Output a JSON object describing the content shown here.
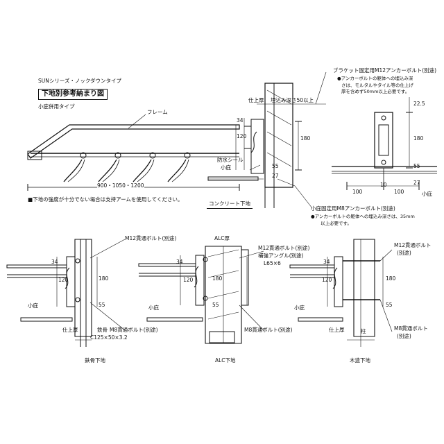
{
  "header": {
    "series": "SUNシリーズ・ノックダウンタイプ",
    "title": "下地別参考納まり図",
    "subtitle": "小庇併用タイプ"
  },
  "top": {
    "frame_label": "フレーム",
    "bracket_note_1": "ブラケット固定用M12アンカーボルト(別途)",
    "bracket_note_2a": "●アンカーボルトの躯体への埋込み深",
    "bracket_note_2b": "さは、モルタルやタイル等の仕上げ",
    "bracket_note_2c": "厚を含めず50mm以上必要です。",
    "finish_label": "仕上厚",
    "embed_label": "埋込み深さ50以上",
    "dim_34": "34",
    "dim_120": "120",
    "dim_180": "180",
    "dim_55": "55",
    "dim_27": "27",
    "dim_225": "22.5",
    "dim_100a": "100",
    "dim_100b": "100",
    "dim_10": "10",
    "waterproof": "防水シール",
    "small_eave": "小庇",
    "small_eave_2": "小庇",
    "width_range": "900・1050・1200",
    "note_weak": "■下地の強度が十分でない場合は支持アームを使用してください。",
    "concrete_label": "コンクリート下地",
    "m8_note_1": "小庇固定用M8アンカーボルト(別途)",
    "m8_note_2a": "●アンカーボルトの躯体への埋込み深さは、35mm",
    "m8_note_2b": "以上必要です。"
  },
  "steel": {
    "m12": "M12貫通ボルト(別途)",
    "dim_34": "34",
    "dim_120": "120",
    "dim_180": "180",
    "dim_55": "55",
    "small_eave": "小庇",
    "finish": "仕上厚",
    "steel_frame": "鉄骨",
    "m8": "M8貫通ボルト(別途)",
    "channel": "C125×50×3.2",
    "label": "鉄骨下地"
  },
  "alc": {
    "alc_thickness": "ALC厚",
    "m12": "M12貫通ボルト(別途)",
    "angle": "補強アングル(別途)",
    "angle_size": "L65×6",
    "dim_34": "34",
    "dim_120": "120",
    "dim_180": "180",
    "dim_55": "55",
    "small_eave": "小庇",
    "m8": "M8貫通ボルト(別途)",
    "label": "ALC下地"
  },
  "wood": {
    "m12_a": "M12貫通ボルト",
    "m12_b": "(別途)",
    "dim_34": "34",
    "dim_120": "120",
    "dim_180": "180",
    "dim_55": "55",
    "small_eave": "小庇",
    "finish": "仕上厚",
    "post": "柱",
    "m8_a": "M8貫通ボルト",
    "m8_b": "(別途)",
    "label": "木造下地"
  }
}
